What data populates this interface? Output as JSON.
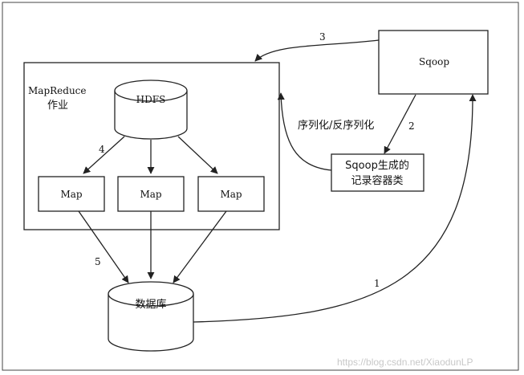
{
  "diagram": {
    "mapreduce_job_label_line1": "MapReduce",
    "mapreduce_job_label_line2": "作业",
    "hdfs_label": "HDFS",
    "map_labels": [
      "Map",
      "Map",
      "Map"
    ],
    "sqoop_label": "Sqoop",
    "record_container_line1": "Sqoop生成的",
    "record_container_line2": "记录容器类",
    "serialization_label": "序列化/反序列化",
    "database_label": "数据库",
    "step_labels": {
      "step1": "1",
      "step2": "2",
      "step3": "3",
      "step4": "4",
      "step5": "5"
    }
  },
  "watermark": "https://blog.csdn.net/XiaodunLP"
}
